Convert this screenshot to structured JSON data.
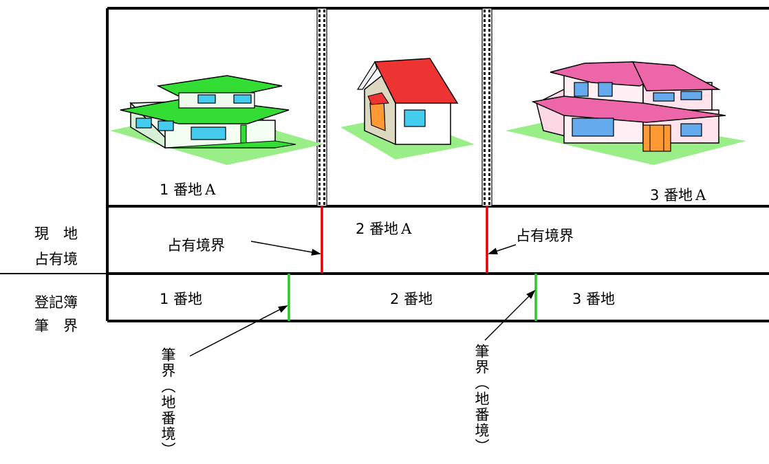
{
  "left_labels": {
    "genchi_line1": "現　地",
    "genchi_line2": "占有境",
    "toki_line1": "登記簿",
    "toki_line2": "筆　界"
  },
  "top_parcels": {
    "a1_num": "1",
    "a1_text": "番地",
    "a1_suffix": "A",
    "a2_num": "2",
    "a2_text": "番地",
    "a2_suffix": "A",
    "a3_num": "3",
    "a3_text": "番地",
    "a3_suffix": "A"
  },
  "occupation_labels": {
    "left": "占有境界",
    "right": "占有境界"
  },
  "registry_parcels": {
    "p1": "1 番地",
    "p2": "2 番地",
    "p3": "3 番地"
  },
  "boundary_labels": {
    "left": "筆界（地番境）",
    "right": "筆界（地番境）"
  },
  "colors": {
    "occupation_boundary": "#e00000",
    "registry_boundary": "#22cc22",
    "house1_roof": "#33dd33",
    "house2_roof": "#ee3333",
    "house3_roof": "#ee66aa",
    "lawn": "#99ee88"
  }
}
